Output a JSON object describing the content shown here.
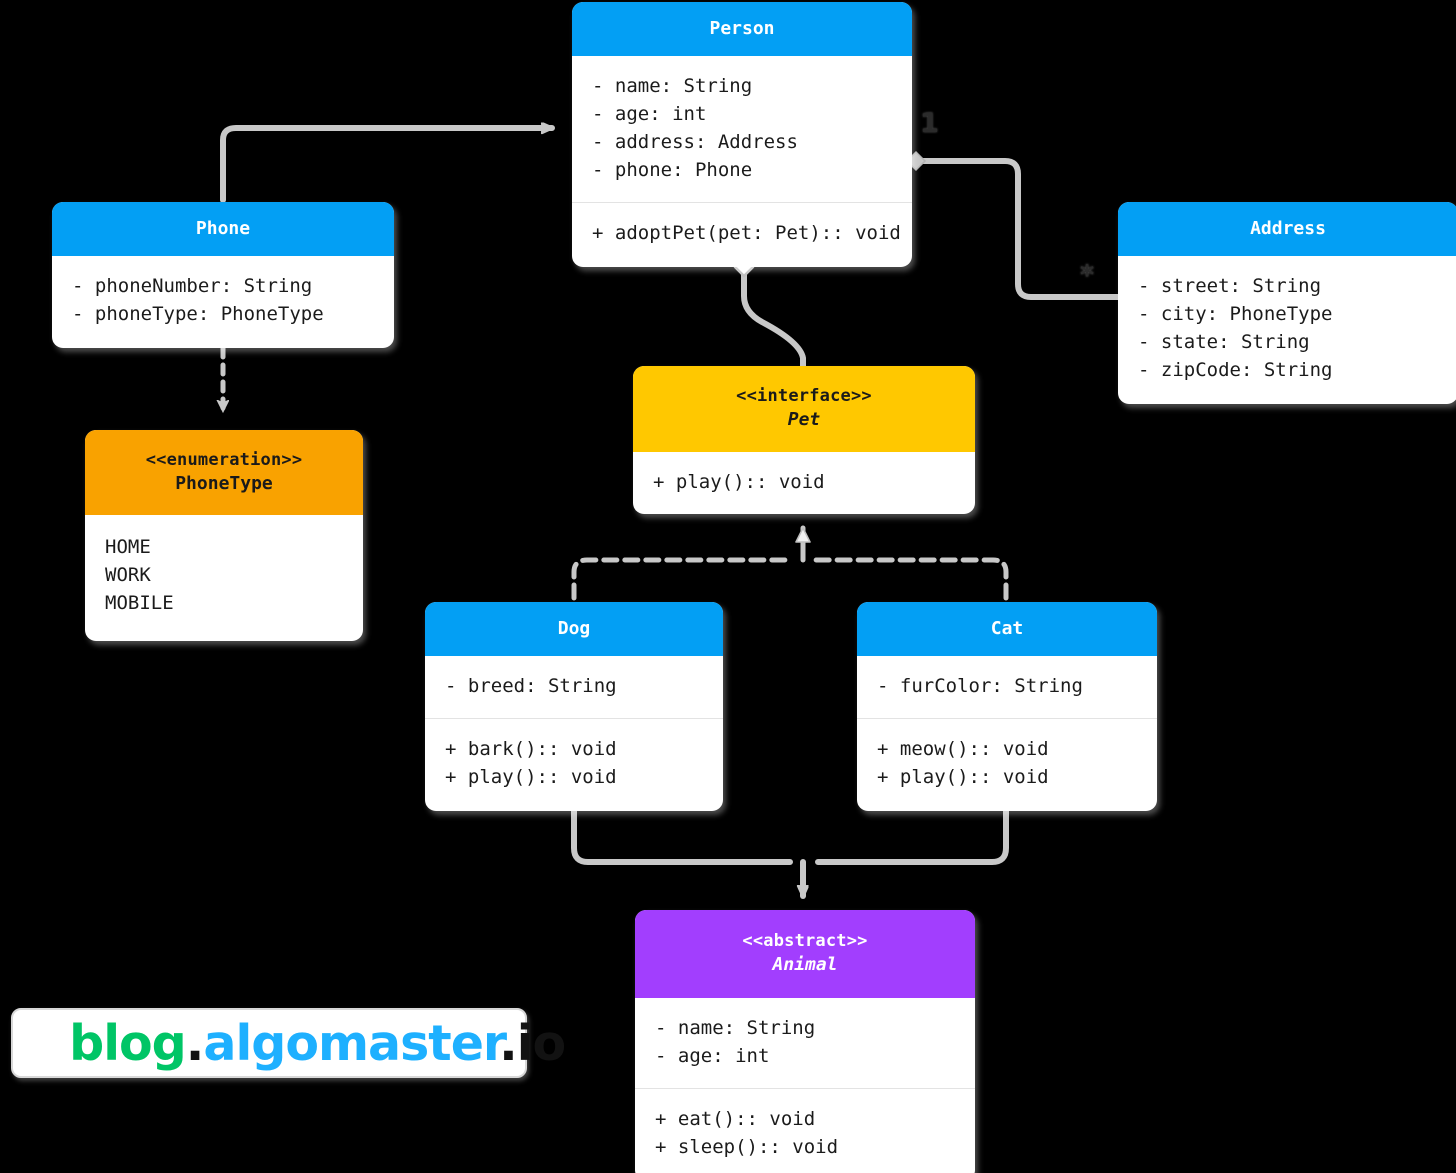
{
  "diagram": {
    "type": "uml-class-diagram",
    "background": "#000000",
    "colors": {
      "class_header": "#039ff4",
      "interface_header": "#ffc800",
      "enumeration_header": "#f9a200",
      "abstract_header": "#a23efe",
      "body": "#ffffff",
      "edge": "#c8c8c8",
      "text": "#1b1b1b"
    }
  },
  "nodes": {
    "person": {
      "title": "Person",
      "stereotype": "",
      "attributes": [
        "- name: String",
        "- age: int",
        "- address: Address",
        "- phone: Phone"
      ],
      "methods": [
        "+ adoptPet(pet: Pet):: void"
      ]
    },
    "phone": {
      "title": "Phone",
      "stereotype": "",
      "attributes": [
        "- phoneNumber: String",
        "- phoneType: PhoneType"
      ],
      "methods": []
    },
    "phonetype": {
      "title": "PhoneType",
      "stereotype": "<<enumeration>>",
      "attributes": [
        "HOME",
        "WORK",
        "MOBILE"
      ],
      "methods": []
    },
    "address": {
      "title": "Address",
      "stereotype": "",
      "attributes": [
        "- street: String",
        "- city: PhoneType",
        "- state: String",
        "- zipCode: String"
      ],
      "methods": []
    },
    "pet": {
      "title": "Pet",
      "stereotype": "<<interface>>",
      "attributes": [],
      "methods": [
        "+ play():: void"
      ]
    },
    "dog": {
      "title": "Dog",
      "stereotype": "",
      "attributes": [
        "- breed: String"
      ],
      "methods": [
        "+ bark():: void",
        "+ play():: void"
      ]
    },
    "cat": {
      "title": "Cat",
      "stereotype": "",
      "attributes": [
        "- furColor: String"
      ],
      "methods": [
        "+ meow():: void",
        "+ play():: void"
      ]
    },
    "animal": {
      "title": "Animal",
      "stereotype": "<<abstract>>",
      "attributes": [
        "- name: String",
        "- age: int"
      ],
      "methods": [
        "+ eat():: void",
        "+ sleep():: void"
      ]
    }
  },
  "edges": [
    {
      "id": "phone-to-person",
      "from": "phone",
      "to": "person",
      "kind": "association",
      "style": "solid",
      "arrowhead": "open-arrow",
      "label": ""
    },
    {
      "id": "phone-to-phonetype",
      "from": "phone",
      "to": "phonetype",
      "kind": "dependency",
      "style": "dashed",
      "arrowhead": "filled-arrow",
      "label": ""
    },
    {
      "id": "person-to-address",
      "from": "person",
      "to": "address",
      "kind": "aggregation",
      "style": "solid",
      "arrowhead": "filled-diamond",
      "label_source": "1",
      "label_target": "*"
    },
    {
      "id": "person-to-pet",
      "from": "person",
      "to": "pet",
      "kind": "aggregation",
      "style": "solid",
      "arrowhead": "hollow-diamond",
      "label": ""
    },
    {
      "id": "dog-realizes-pet",
      "from": "dog",
      "to": "pet",
      "kind": "realization",
      "style": "dashed",
      "arrowhead": "hollow-triangle",
      "label": ""
    },
    {
      "id": "cat-realizes-pet",
      "from": "cat",
      "to": "pet",
      "kind": "realization",
      "style": "dashed",
      "arrowhead": "hollow-triangle",
      "label": ""
    },
    {
      "id": "dog-extends-animal",
      "from": "dog",
      "to": "animal",
      "kind": "generalization",
      "style": "solid",
      "arrowhead": "open-arrow",
      "label": ""
    },
    {
      "id": "cat-extends-animal",
      "from": "cat",
      "to": "animal",
      "kind": "generalization",
      "style": "solid",
      "arrowhead": "open-arrow",
      "label": ""
    }
  ],
  "multiplicity_labels": [
    {
      "id": "person-address-one",
      "text": "1"
    },
    {
      "id": "person-address-many",
      "text": "*"
    }
  ],
  "watermark": {
    "part1": "blog",
    "dot1": ".",
    "part2": "algomaster",
    "dot2": ".",
    "part3": "io"
  }
}
